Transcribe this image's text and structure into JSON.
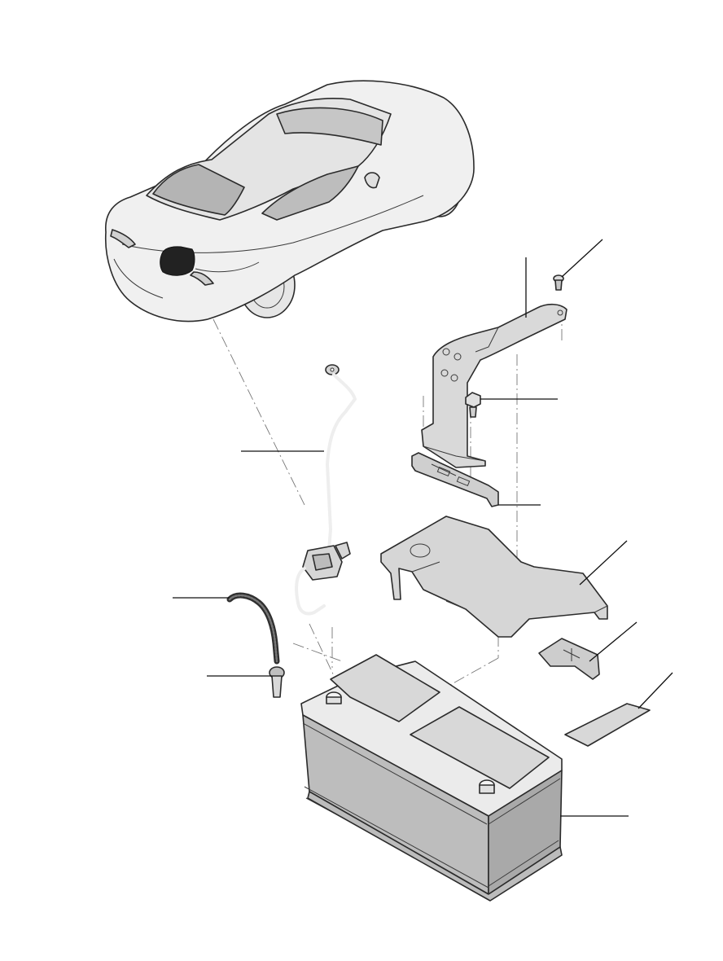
{
  "palette": {
    "background": "#ffffff",
    "body_light": "#f0f0f0",
    "body_mid": "#d9d9d9",
    "body_dark": "#bdbdbd",
    "glass": "#b4b4b4",
    "highlight_marker": "#222222",
    "line": "#2b2b2b"
  },
  "parts": [
    {
      "name": "vehicle",
      "icon": "coupe-car-icon"
    },
    {
      "name": "hold-down-bracket",
      "icon": "bracket-icon"
    },
    {
      "name": "screw",
      "icon": "screw-icon"
    },
    {
      "name": "bolt",
      "icon": "bolt-icon"
    },
    {
      "name": "clamping-plate",
      "icon": "clamp-plate-icon"
    },
    {
      "name": "positive-battery-cable",
      "icon": "cable-icon"
    },
    {
      "name": "battery-cover",
      "icon": "cover-icon"
    },
    {
      "name": "terminal-cap",
      "icon": "terminal-cap-icon"
    },
    {
      "name": "vent-hose",
      "icon": "hose-icon"
    },
    {
      "name": "vent-elbow",
      "icon": "elbow-connector-icon"
    },
    {
      "name": "label",
      "icon": "label-sticker-icon"
    },
    {
      "name": "battery",
      "icon": "battery-icon"
    }
  ],
  "callouts": 10
}
